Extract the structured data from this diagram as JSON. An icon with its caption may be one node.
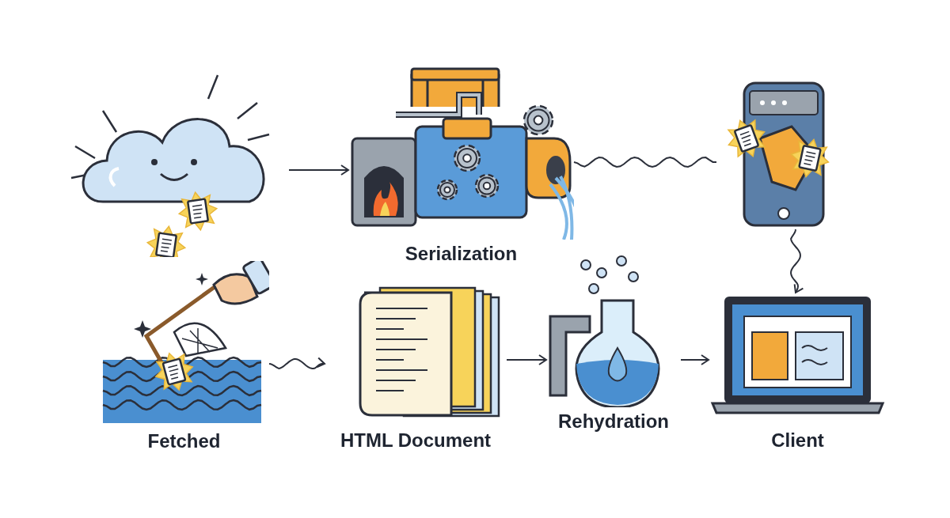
{
  "diagram": {
    "nodes": [
      {
        "text": [],
        "shape": "picture"
      },
      {
        "text": [
          "Serialization"
        ]
      },
      {
        "text": [],
        "shape": "picture"
      },
      {
        "text": [
          "Fetched"
        ]
      },
      {
        "text": [
          "HTML Document"
        ]
      },
      {
        "text": [
          "Rehydration"
        ]
      },
      {
        "text": [
          "Client"
        ]
      }
    ],
    "edges": [
      {
        "from": 0,
        "to": 1,
        "arrow": "to"
      },
      {
        "from": 1,
        "to": 2,
        "arrow": "none"
      },
      {
        "from": 2,
        "to": 6,
        "arrow": "to"
      },
      {
        "from": 3,
        "to": 4,
        "arrow": "to"
      },
      {
        "from": 4,
        "to": 5,
        "arrow": "to"
      },
      {
        "from": 5,
        "to": 6,
        "arrow": "to"
      }
    ]
  }
}
